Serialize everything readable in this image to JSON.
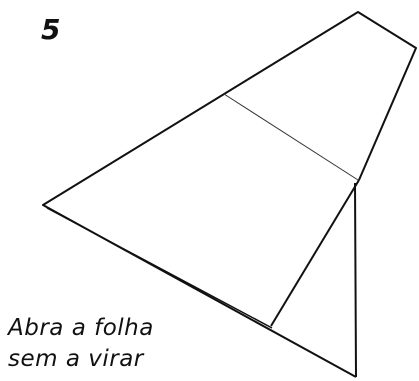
{
  "step": {
    "number": "5"
  },
  "caption": {
    "line1": "Abra a folha",
    "line2": "sem a virar"
  }
}
